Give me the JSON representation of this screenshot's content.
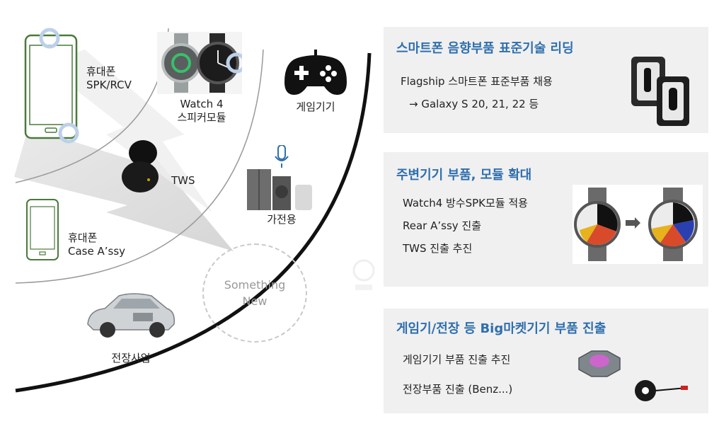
{
  "left": {
    "phone_label": [
      "휴대폰",
      "SPK/RCV"
    ],
    "watch_label": [
      "Watch 4",
      "스피커모듈"
    ],
    "gaming_label": "게임기기",
    "tws_label": "TWS",
    "appliance_label": "가전용",
    "case_label": [
      "휴대폰",
      "Case A’ssy"
    ],
    "something_new": [
      "Something",
      "New"
    ],
    "auto_label": "전장사업"
  },
  "panels": [
    {
      "title": "스마트폰 음향부품 표준기술 리딩",
      "lines": [
        "Flagship 스마트폰 표준부품 채용",
        "→ Galaxy S 20, 21, 22 등"
      ]
    },
    {
      "title": "주변기기 부품, 모듈 확대",
      "lines": [
        "Watch4 방수SPK모듈 적용",
        "Rear A’ssy 진출",
        "TWS 진출 추진"
      ]
    },
    {
      "title": "게임기/전장 등 Big마켓기기 부품 진출",
      "lines": [
        "게임기기 부품 진출 추진",
        "전장부품 진출 (Benz...)"
      ]
    }
  ],
  "colors": {
    "accent": "#2f6fae",
    "panel_bg": "#f0f0f0",
    "phone_outline": "#4a7a3a"
  }
}
